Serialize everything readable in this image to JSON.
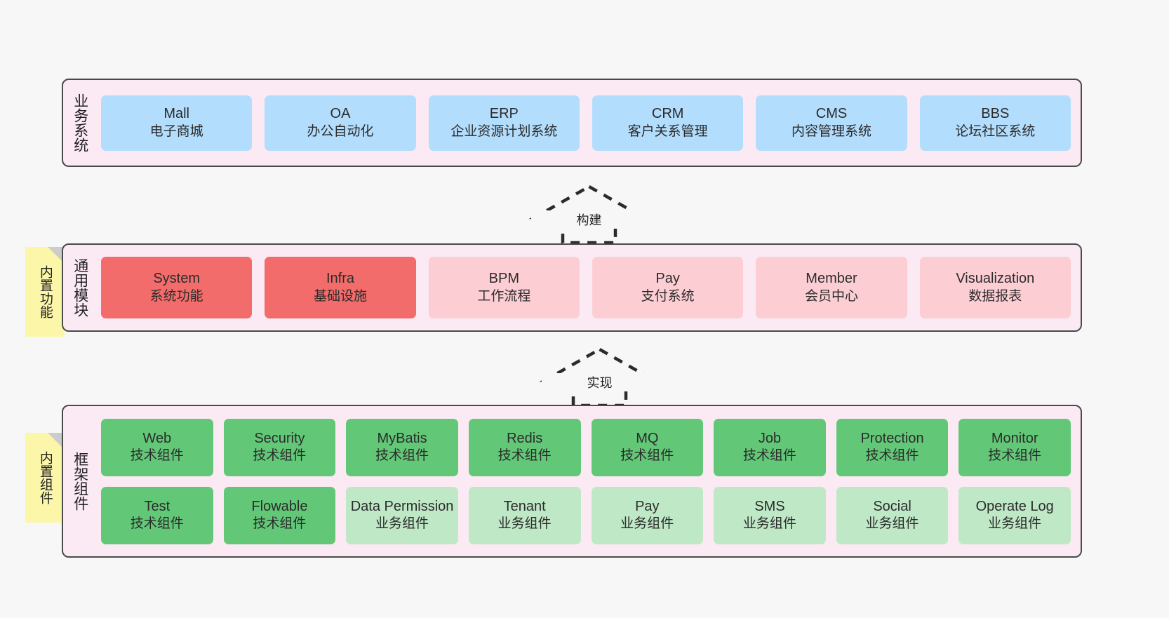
{
  "background_color": "#f7f7f7",
  "bands": {
    "business": {
      "title": "业务系统",
      "cards": [
        {
          "en": "Mall",
          "cn": "电子商城",
          "style": "blue"
        },
        {
          "en": "OA",
          "cn": "办公自动化",
          "style": "blue"
        },
        {
          "en": "ERP",
          "cn": "企业资源计划系统",
          "style": "blue"
        },
        {
          "en": "CRM",
          "cn": "客户关系管理",
          "style": "blue"
        },
        {
          "en": "CMS",
          "cn": "内容管理系统",
          "style": "blue"
        },
        {
          "en": "BBS",
          "cn": "论坛社区系统",
          "style": "blue"
        }
      ]
    },
    "common": {
      "title": "通用模块",
      "sticky": "内置功能",
      "cards": [
        {
          "en": "System",
          "cn": "系统功能",
          "style": "red"
        },
        {
          "en": "Infra",
          "cn": "基础设施",
          "style": "red"
        },
        {
          "en": "BPM",
          "cn": "工作流程",
          "style": "pink"
        },
        {
          "en": "Pay",
          "cn": "支付系统",
          "style": "pink"
        },
        {
          "en": "Member",
          "cn": "会员中心",
          "style": "pink"
        },
        {
          "en": "Visualization",
          "cn": "数据报表",
          "style": "pink"
        }
      ]
    },
    "framework": {
      "title": "框架组件",
      "sticky": "内置组件",
      "row1": [
        {
          "en": "Web",
          "cn": "技术组件",
          "style": "green"
        },
        {
          "en": "Security",
          "cn": "技术组件",
          "style": "green"
        },
        {
          "en": "MyBatis",
          "cn": "技术组件",
          "style": "green"
        },
        {
          "en": "Redis",
          "cn": "技术组件",
          "style": "green"
        },
        {
          "en": "MQ",
          "cn": "技术组件",
          "style": "green"
        },
        {
          "en": "Job",
          "cn": "技术组件",
          "style": "green"
        },
        {
          "en": "Protection",
          "cn": "技术组件",
          "style": "green"
        },
        {
          "en": "Monitor",
          "cn": "技术组件",
          "style": "green"
        }
      ],
      "row2": [
        {
          "en": "Test",
          "cn": "技术组件",
          "style": "green"
        },
        {
          "en": "Flowable",
          "cn": "技术组件",
          "style": "green"
        },
        {
          "en": "Data Permission",
          "cn": "业务组件",
          "style": "lgreen"
        },
        {
          "en": "Tenant",
          "cn": "业务组件",
          "style": "lgreen"
        },
        {
          "en": "Pay",
          "cn": "业务组件",
          "style": "lgreen"
        },
        {
          "en": "SMS",
          "cn": "业务组件",
          "style": "lgreen"
        },
        {
          "en": "Social",
          "cn": "业务组件",
          "style": "lgreen"
        },
        {
          "en": "Operate Log",
          "cn": "业务组件",
          "style": "lgreen"
        }
      ]
    }
  },
  "arrows": [
    {
      "id": "build",
      "label": "构建",
      "direction": "up",
      "style": "dashed-hollow"
    },
    {
      "id": "implement",
      "label": "实现",
      "direction": "up",
      "style": "dashed-hollow"
    }
  ],
  "colors": {
    "band_fill": "#fbeaf4",
    "band_border": "#4a4a4a",
    "blue": "#b3ddfc",
    "red": "#f36c6c",
    "pink": "#fcced4",
    "green": "#62c877",
    "light_green": "#bfe8c7",
    "sticky_yellow": "#fcf7a8",
    "sticky_fold": "#cccccc"
  }
}
